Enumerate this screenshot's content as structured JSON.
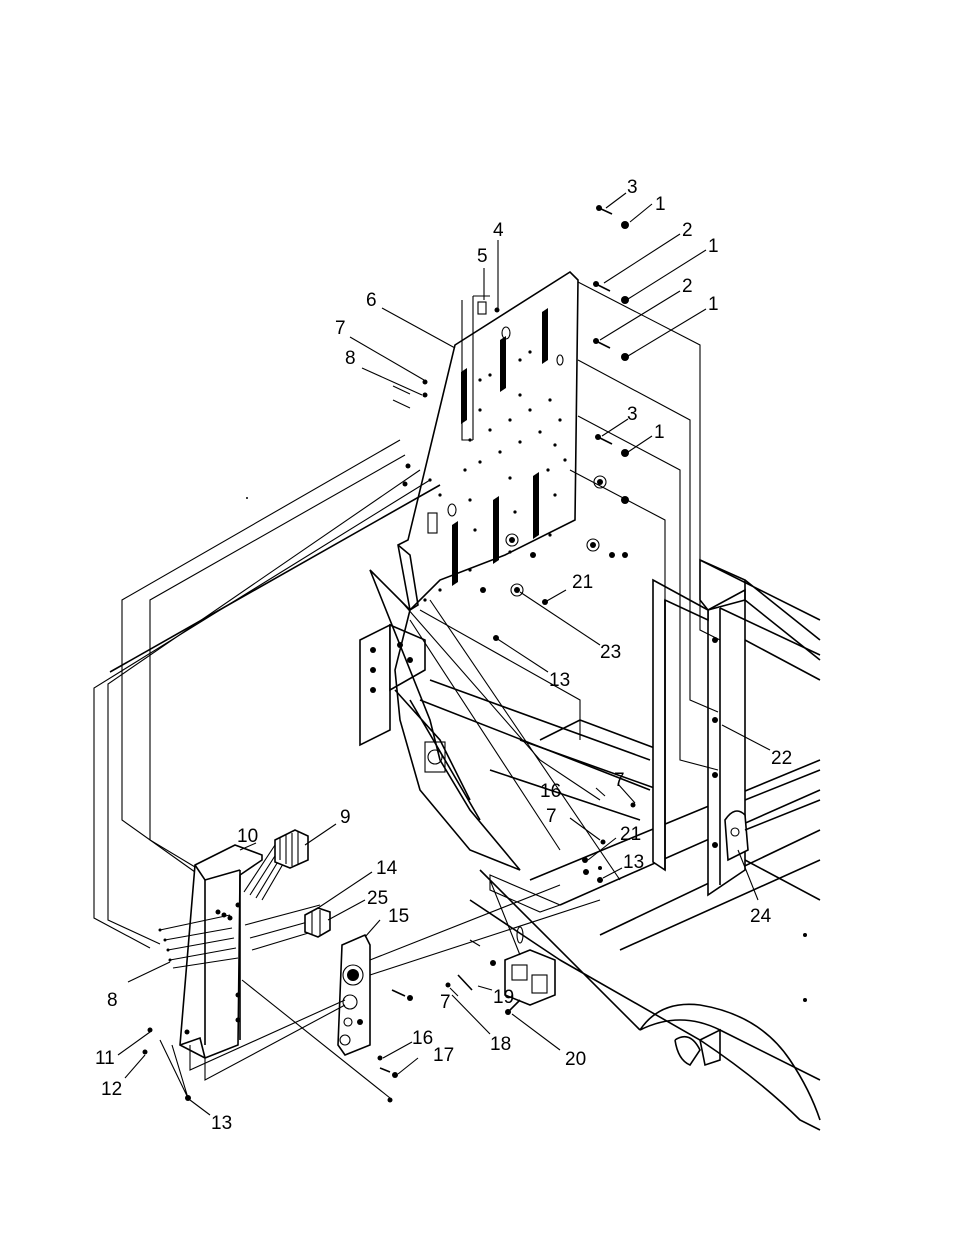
{
  "callouts": [
    {
      "id": "c3a",
      "text": "3"
    },
    {
      "id": "c1a",
      "text": "1"
    },
    {
      "id": "c2a",
      "text": "2"
    },
    {
      "id": "c1b",
      "text": "1"
    },
    {
      "id": "c2b",
      "text": "2"
    },
    {
      "id": "c1c",
      "text": "1"
    },
    {
      "id": "c4",
      "text": "4"
    },
    {
      "id": "c5",
      "text": "5"
    },
    {
      "id": "c6",
      "text": "6"
    },
    {
      "id": "c7a",
      "text": "7"
    },
    {
      "id": "c8a",
      "text": "8"
    },
    {
      "id": "c3b",
      "text": "3"
    },
    {
      "id": "c1d",
      "text": "1"
    },
    {
      "id": "c21a",
      "text": "21"
    },
    {
      "id": "c23",
      "text": "23"
    },
    {
      "id": "c13a",
      "text": "13"
    },
    {
      "id": "c22",
      "text": "22"
    },
    {
      "id": "c16a",
      "text": "16"
    },
    {
      "id": "c7b",
      "text": "7"
    },
    {
      "id": "c7c",
      "text": "7"
    },
    {
      "id": "c21b",
      "text": "21"
    },
    {
      "id": "c13b",
      "text": "13"
    },
    {
      "id": "c24",
      "text": "24"
    },
    {
      "id": "c9",
      "text": "9"
    },
    {
      "id": "c10",
      "text": "10"
    },
    {
      "id": "c14",
      "text": "14"
    },
    {
      "id": "c25",
      "text": "25"
    },
    {
      "id": "c15",
      "text": "15"
    },
    {
      "id": "c8b",
      "text": "8"
    },
    {
      "id": "c19",
      "text": "19"
    },
    {
      "id": "c7d",
      "text": "7"
    },
    {
      "id": "c18",
      "text": "18"
    },
    {
      "id": "c20",
      "text": "20"
    },
    {
      "id": "c16b",
      "text": "16"
    },
    {
      "id": "c17",
      "text": "17"
    },
    {
      "id": "c11",
      "text": "11"
    },
    {
      "id": "c12",
      "text": "12"
    },
    {
      "id": "c13c",
      "text": "13"
    }
  ]
}
